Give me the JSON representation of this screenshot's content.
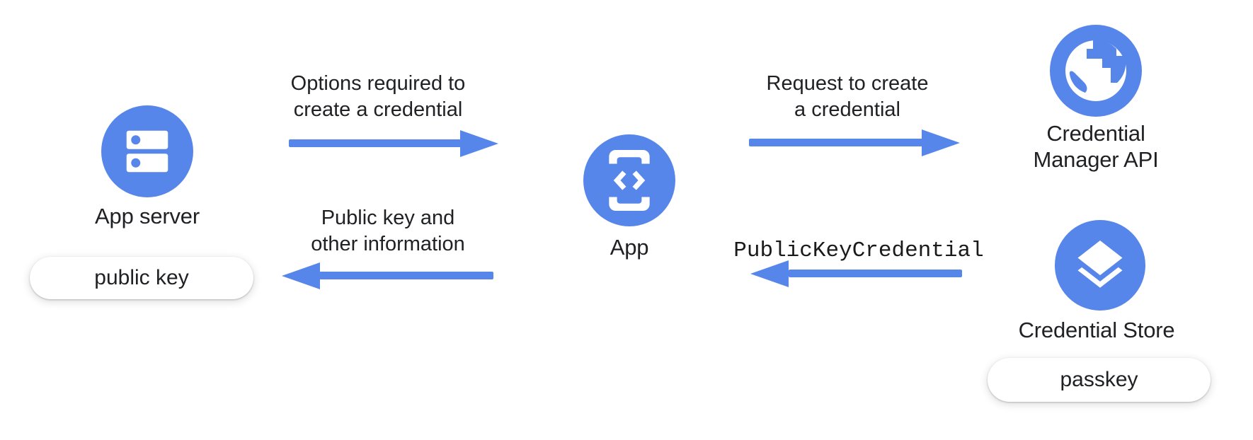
{
  "diagram": {
    "background": "#ffffff",
    "accent_blue": "#5786EB",
    "text_color": "#202124"
  },
  "nodes": {
    "app_server": {
      "label": "App server",
      "icon": "server-icon",
      "badge": "public key"
    },
    "app": {
      "label": "App",
      "icon": "mobile-code-icon"
    },
    "credential_manager_api": {
      "label_line1": "Credential",
      "label_line2": "Manager API",
      "icon": "globe-icon"
    },
    "credential_store": {
      "label": "Credential Store",
      "icon": "layers-icon",
      "badge": "passkey"
    }
  },
  "arrows": {
    "options": {
      "direction": "right",
      "line1": "Options required to",
      "line2": "create a credential"
    },
    "public_key_return": {
      "direction": "left",
      "line1": "Public key and",
      "line2": "other information"
    },
    "request_create": {
      "direction": "right",
      "line1": "Request to create",
      "line2": "a credential"
    },
    "credential_return": {
      "direction": "left",
      "label": "PublicKeyCredential"
    }
  }
}
